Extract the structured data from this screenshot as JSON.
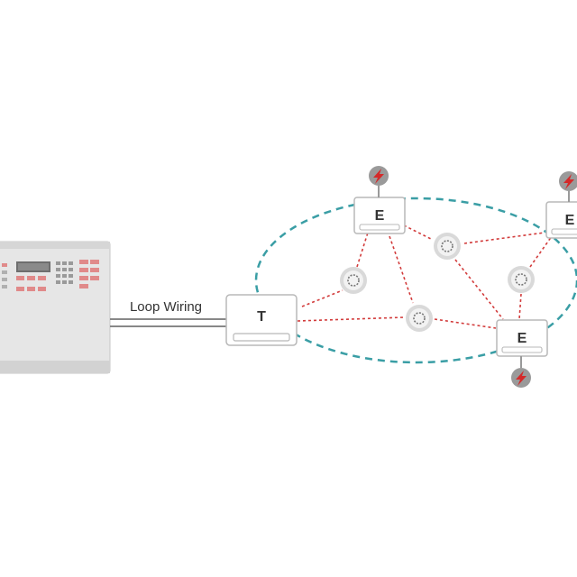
{
  "diagram": {
    "wiring_label": "Loop Wiring",
    "translator_label": "T",
    "expander_label": "E",
    "colors": {
      "loop": "#3a9ea5",
      "mesh": "#d23b3b",
      "panel_body": "#e6e6e6",
      "lcd": "#6e6e6e",
      "panel_buttons": "#e08a8a",
      "node_fill": "#ffffff",
      "node_stroke": "#b8b8b8",
      "badge": "#9a9a9a",
      "bolt": "#d42a2a",
      "detector": "#d9d9d9"
    },
    "icons": {
      "badge": "lightning-bolt-icon",
      "detector": "smoke-detector-icon",
      "panel": "fire-alarm-control-panel"
    }
  }
}
